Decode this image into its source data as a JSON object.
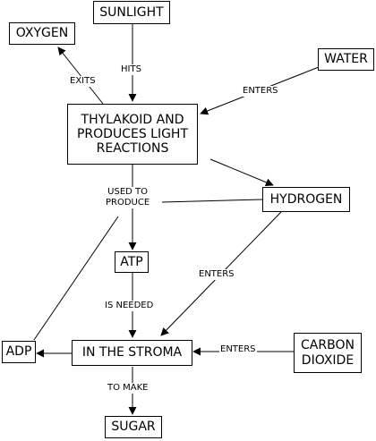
{
  "nodes": {
    "sunlight": "SUNLIGHT",
    "oxygen": "OXYGEN",
    "water": "WATER",
    "thylakoid": "THYLAKOID AND\nPRODUCES LIGHT\nREACTIONS",
    "hydrogen": "HYDROGEN",
    "atp": "ATP",
    "adp": "ADP",
    "stroma": "IN THE STROMA",
    "carbon_dioxide": "CARBON\nDIOXIDE",
    "sugar": "SUGAR"
  },
  "edge_labels": {
    "exits": "EXITS",
    "hits": "HITS",
    "enters_water": "ENTERS",
    "used_to_produce": "USED TO\nPRODUCE",
    "enters_hydrogen": "ENTERS",
    "is_needed": "IS NEEDED",
    "enters_co2": "ENTERS",
    "to_make": "TO MAKE"
  }
}
